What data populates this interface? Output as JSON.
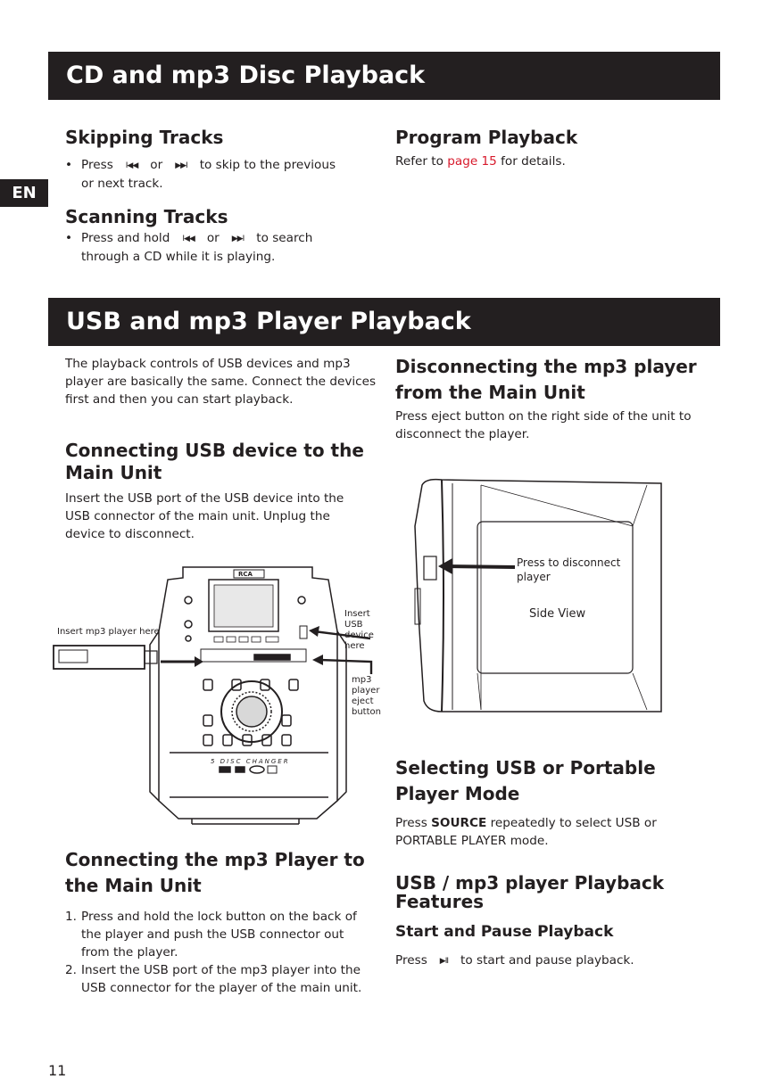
{
  "lang_tab": "EN",
  "section1": {
    "title": "CD and mp3 Disc Playback",
    "skipping": {
      "heading": "Skipping Tracks",
      "pre": "Press",
      "prev_glyph": "I◀◀",
      "or": "or",
      "next_glyph": "▶▶I",
      "post": "to skip to the previous",
      "line2": "or next track."
    },
    "scanning": {
      "heading": "Scanning Tracks",
      "pre": "Press and hold",
      "prev_glyph": "I◀◀",
      "or": "or",
      "next_glyph": "▶▶I",
      "post": "to search",
      "line2": "through a CD while it is playing."
    },
    "program": {
      "heading": "Program Playback",
      "pre": "Refer to",
      "link": "page 15",
      "post": "for details."
    }
  },
  "section2": {
    "title": "USB and mp3 Player Playback",
    "intro": "The playback controls of USB devices and mp3 player are basically the same. Connect the devices first and then you can start playback.",
    "connect_usb": {
      "heading": "Connecting USB device to the Main Unit",
      "body": "Insert the USB port of the USB device into the USB connector of the main unit. Unplug the device to disconnect."
    },
    "diagram": {
      "brand": "RCA",
      "changer": "5 DISC CHANGER",
      "left_label": "Insert mp3 player here",
      "usb_label": [
        "Insert",
        "USB",
        "device",
        "here"
      ],
      "eject_label": [
        "mp3",
        "player",
        "eject",
        "button"
      ]
    },
    "connect_mp3": {
      "heading": "Connecting the mp3 Player to the Main Unit",
      "steps": [
        "Press and hold the lock button on the back of the player and push the USB connector out from the player.",
        "Insert the USB port of the mp3 player into the USB connector for the player of the main unit."
      ]
    },
    "disconnect": {
      "heading": "Disconnecting the mp3 player from the Main Unit",
      "body": "Press eject button on the right side of the unit to disconnect the player."
    },
    "side_view": {
      "press_label": [
        "Press to disconnect",
        "player"
      ],
      "caption": "Side View"
    },
    "selecting": {
      "heading": "Selecting USB or Portable Player Mode",
      "pre": "Press",
      "bold": "SOURCE",
      "post": "repeatedly to select USB or",
      "line2": "PORTABLE PLAYER mode."
    },
    "features": {
      "heading": "USB / mp3 player Playback Features",
      "subheading": "Start and Pause Playback",
      "pre": "Press",
      "glyph": "▶II",
      "post": "to start and pause playback."
    }
  },
  "page_number": "11"
}
